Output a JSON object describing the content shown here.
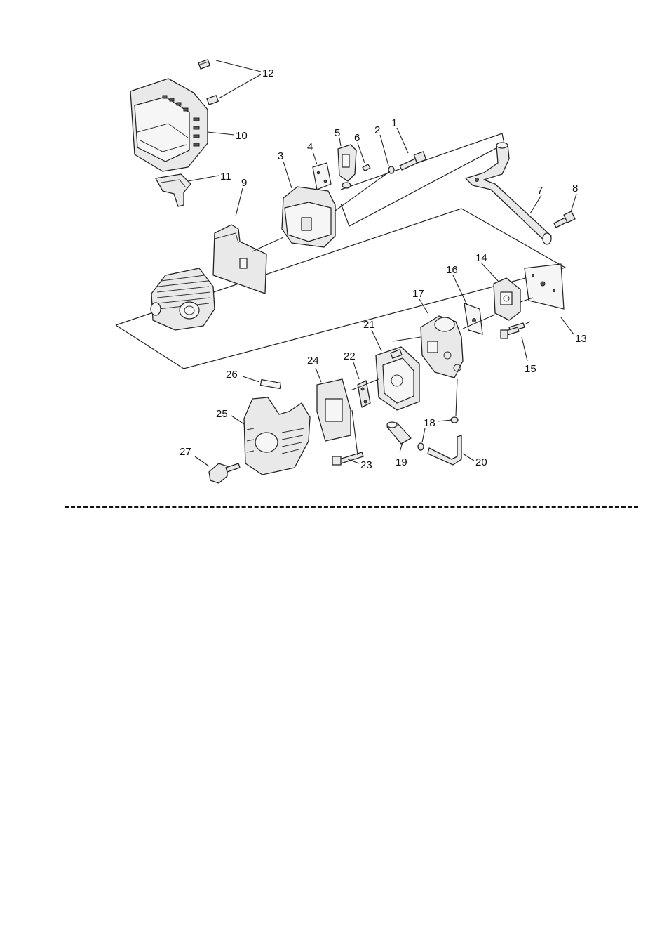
{
  "figure": {
    "callouts": {
      "c1": "1",
      "c2": "2",
      "c3": "3",
      "c4": "4",
      "c5": "5",
      "c6": "6",
      "c7": "7",
      "c8": "8",
      "c9": "9",
      "c10": "10",
      "c11": "11",
      "c12": "12",
      "c13": "13",
      "c14": "14",
      "c15": "15",
      "c16": "16",
      "c17": "17",
      "c18": "18",
      "c19": "19",
      "c20": "20",
      "c21": "21",
      "c22": "22",
      "c23": "23",
      "c24": "24",
      "c25": "25",
      "c26": "26",
      "c27": "27"
    }
  },
  "parts_list": {
    "rows": []
  }
}
